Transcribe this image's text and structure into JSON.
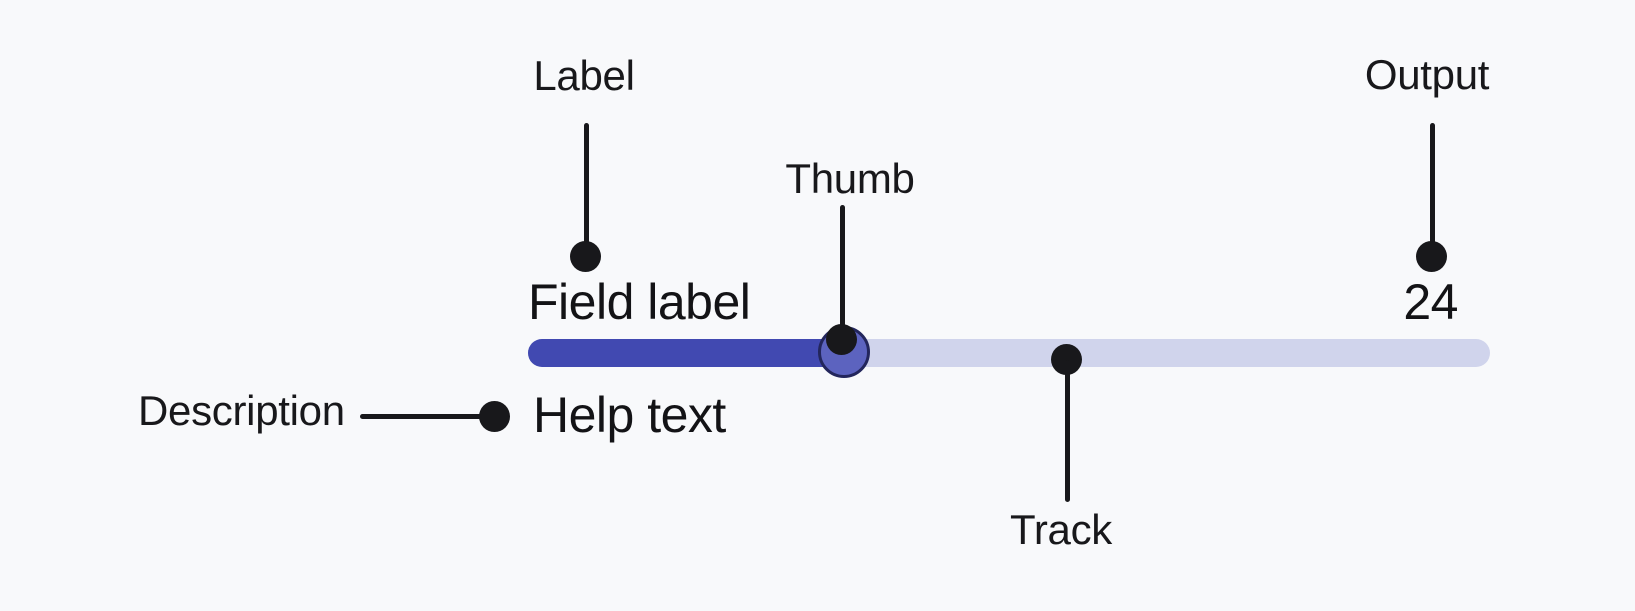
{
  "component": {
    "field_label": "Field label",
    "output_value": "24",
    "help_text": "Help text",
    "slider": {
      "value": "24",
      "fill_percent": 33
    }
  },
  "annotations": {
    "label": "Label",
    "thumb": "Thumb",
    "output": "Output",
    "track": "Track",
    "description": "Description"
  },
  "colors": {
    "background": "#f8f9fb",
    "track": "#d0d4ec",
    "track_fill": "#4149b1",
    "thumb_fill": "#5c63bf",
    "thumb_border": "#23265c",
    "annotation": "#18181b",
    "component_text": "#131316"
  }
}
